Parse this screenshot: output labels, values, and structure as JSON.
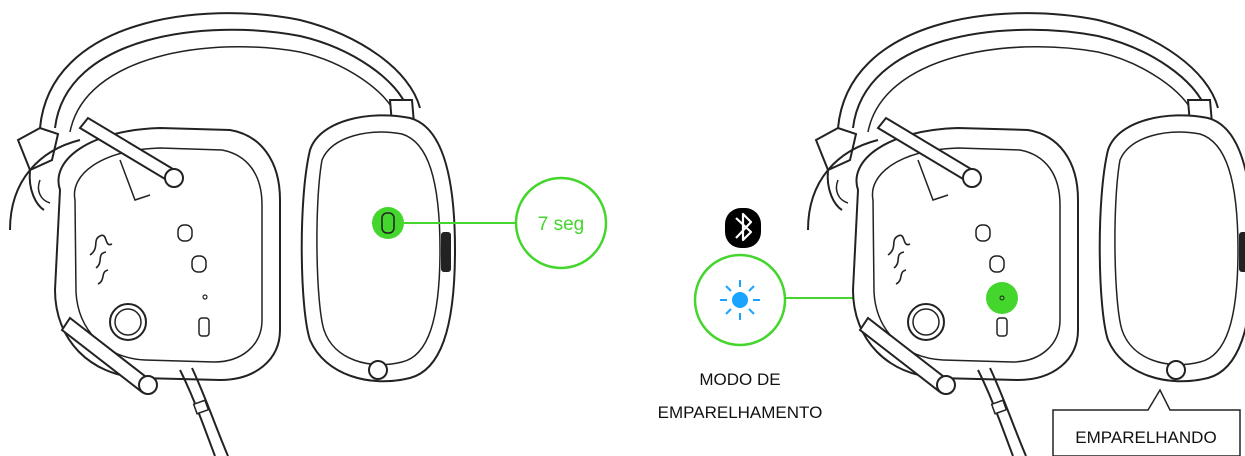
{
  "left_callout": {
    "timer_text": "7 seg",
    "accent": "#44d62c"
  },
  "middle": {
    "icon": "bluetooth-icon",
    "led_icon": "led-blinking-blue-icon",
    "led_color": "#1aa3ff",
    "mode_line1": "MODO DE",
    "mode_line2": "EMPARELHAMENTO"
  },
  "right_callout": {
    "status_text": "EMPARELHANDO"
  }
}
